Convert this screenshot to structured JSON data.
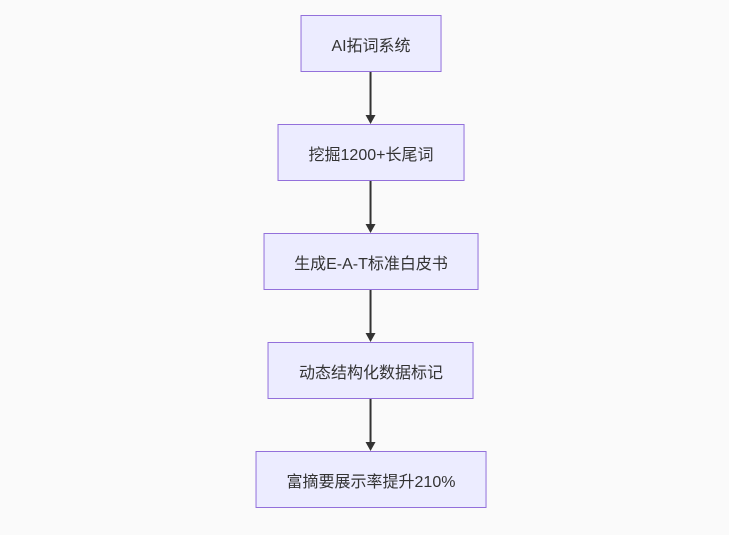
{
  "diagram": {
    "type": "flowchart",
    "direction": "top-down",
    "nodes": [
      {
        "id": "A",
        "label": "AI拓词系统"
      },
      {
        "id": "B",
        "label": "挖掘1200+长尾词"
      },
      {
        "id": "C",
        "label": "生成E-A-T标准白皮书"
      },
      {
        "id": "D",
        "label": "动态结构化数据标记"
      },
      {
        "id": "E",
        "label": "富摘要展示率提升210%"
      }
    ],
    "edges": [
      {
        "from": "A",
        "to": "B"
      },
      {
        "from": "B",
        "to": "C"
      },
      {
        "from": "C",
        "to": "D"
      },
      {
        "from": "D",
        "to": "E"
      }
    ],
    "style": {
      "page_bg": "#fafafa",
      "node_fill": "#ECECFF",
      "node_border": "#9370DB",
      "text_color": "#333333",
      "arrow_color": "#333333"
    }
  }
}
